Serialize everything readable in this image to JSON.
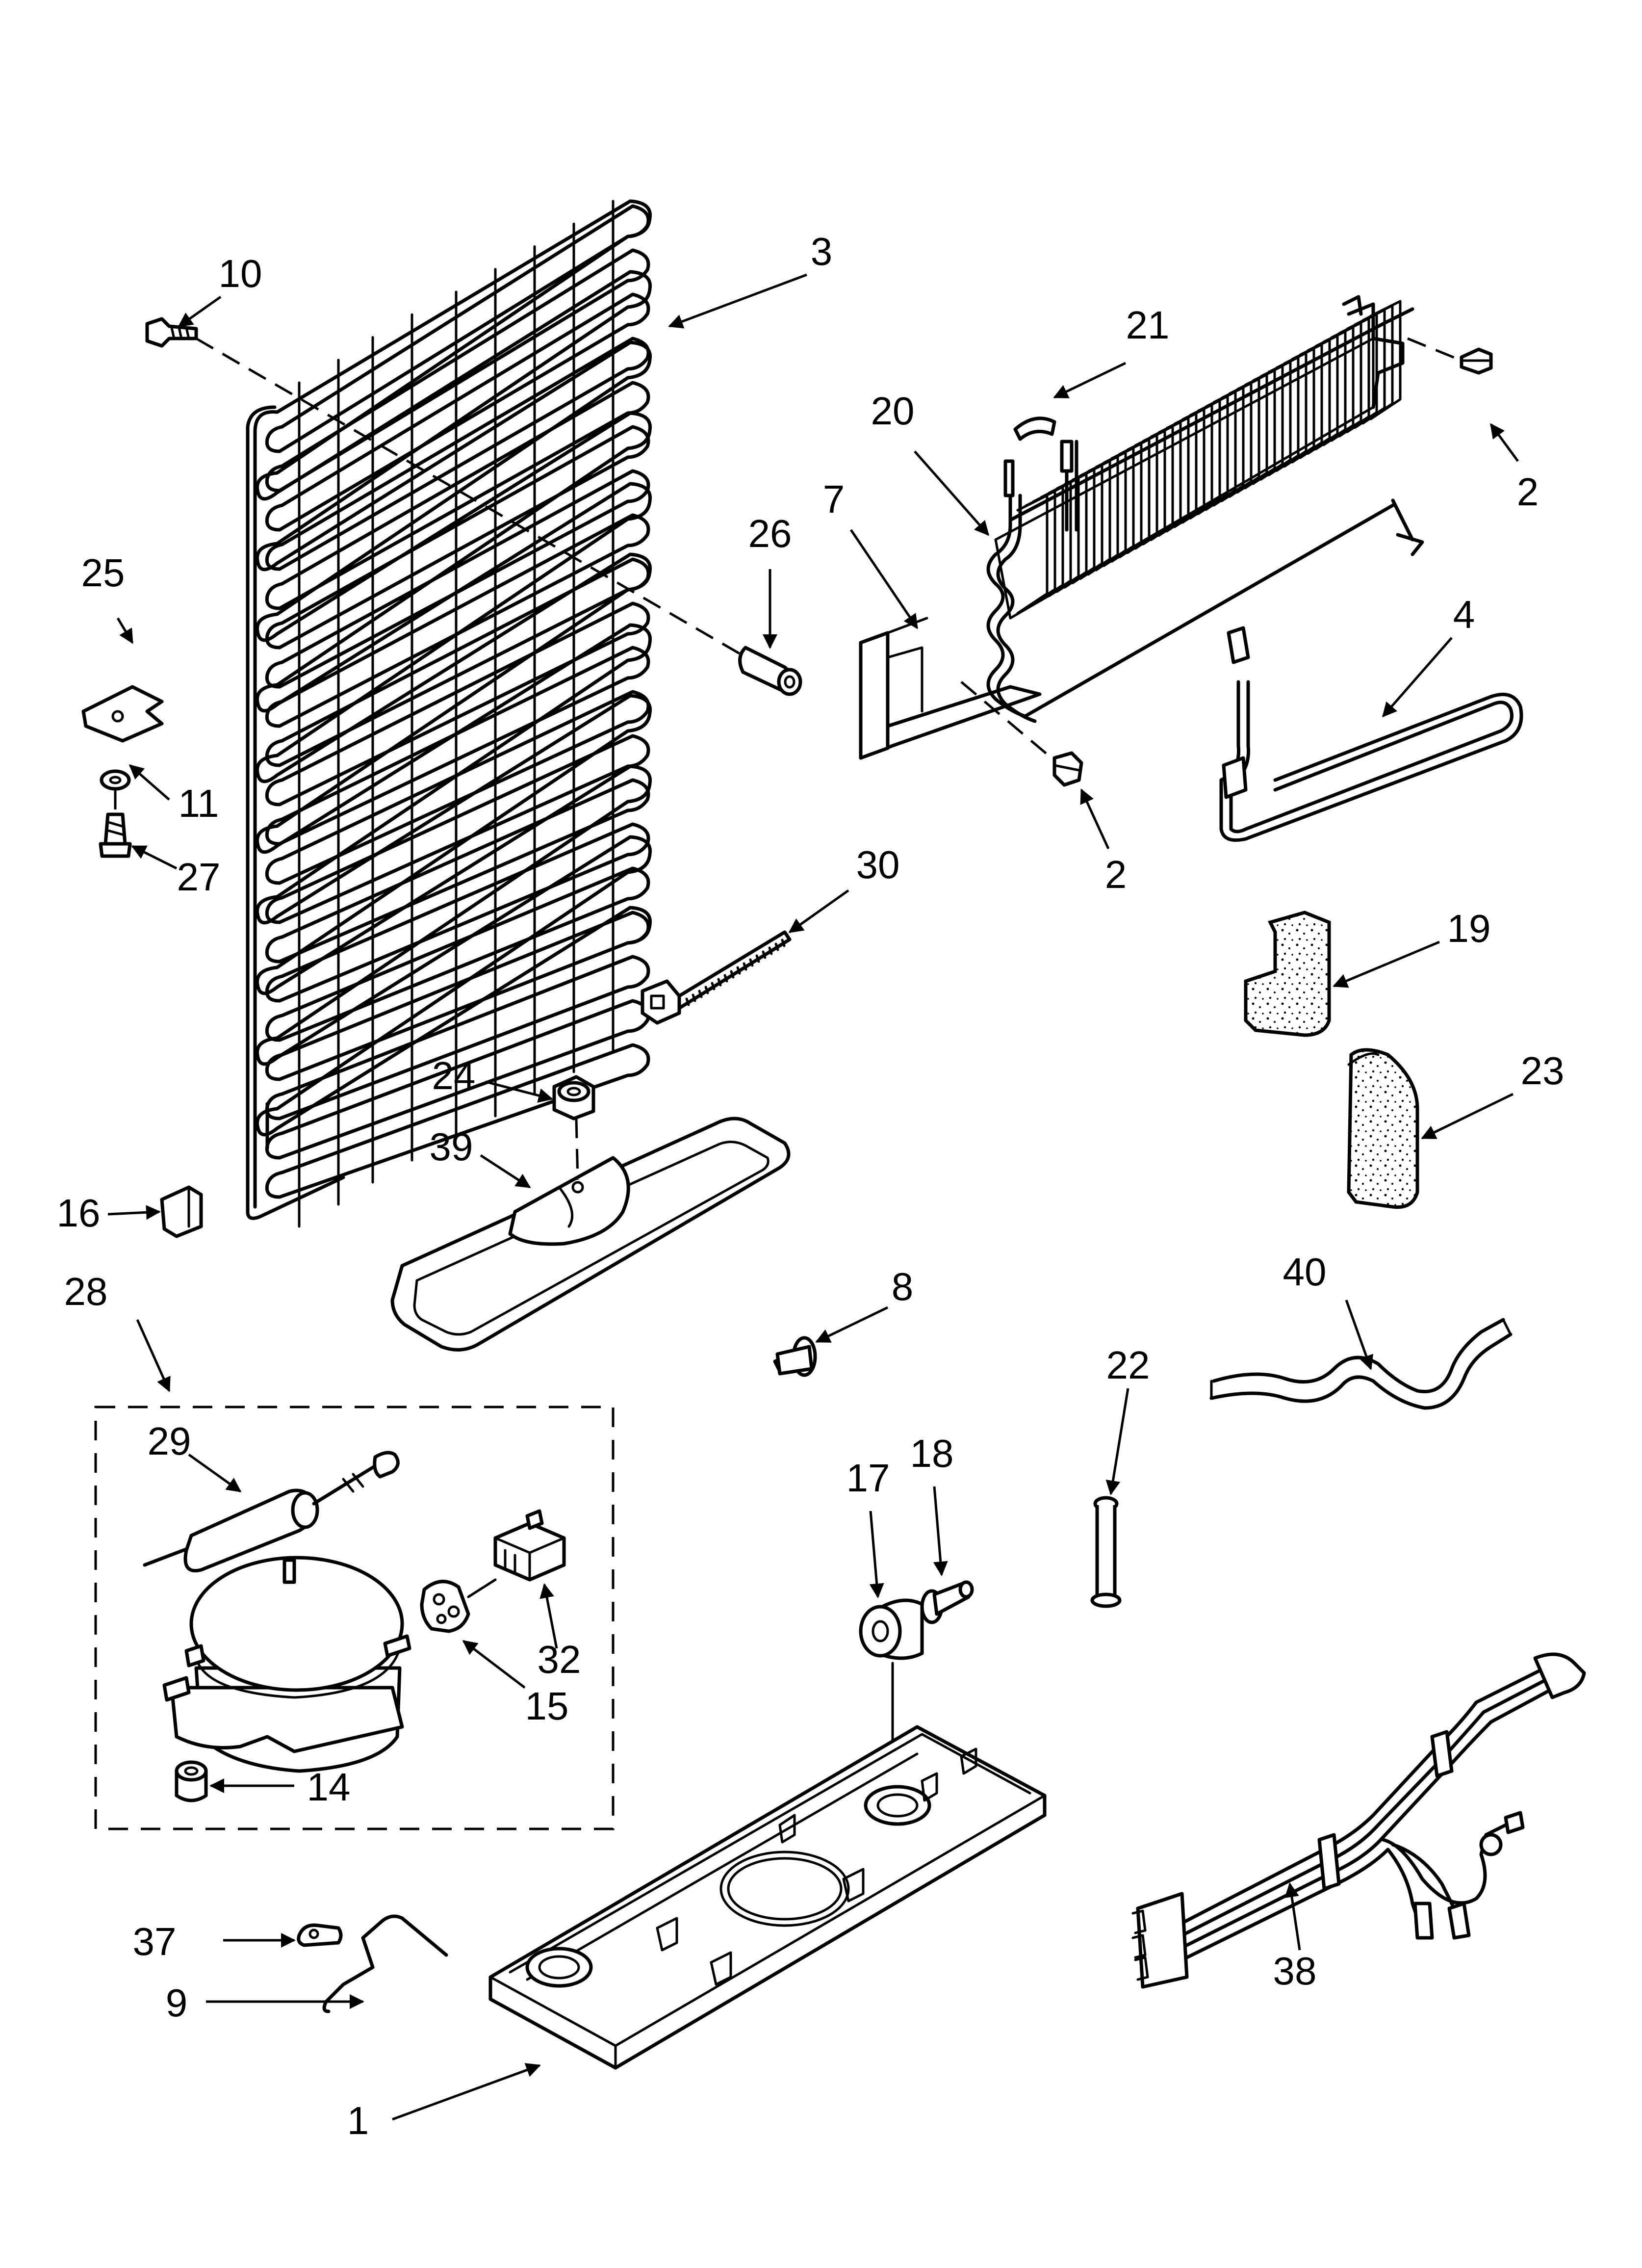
{
  "callouts": {
    "c1": "1",
    "c2a": "2",
    "c2b": "2",
    "c3": "3",
    "c4": "4",
    "c7": "7",
    "c8": "8",
    "c9": "9",
    "c10": "10",
    "c11": "11",
    "c14": "14",
    "c15": "15",
    "c16": "16",
    "c17": "17",
    "c18": "18",
    "c19": "19",
    "c20": "20",
    "c21": "21",
    "c22": "22",
    "c23": "23",
    "c24": "24",
    "c25": "25",
    "c26": "26",
    "c27": "27",
    "c28": "28",
    "c29": "29",
    "c30": "30",
    "c32": "32",
    "c37": "37",
    "c38": "38",
    "c39": "39",
    "c40": "40"
  },
  "icons": [
    "condenser-coil",
    "evaporator-coil",
    "defrost-heater",
    "compressor",
    "drain-pan",
    "base-plate",
    "wire-harness",
    "foam-blocks"
  ]
}
